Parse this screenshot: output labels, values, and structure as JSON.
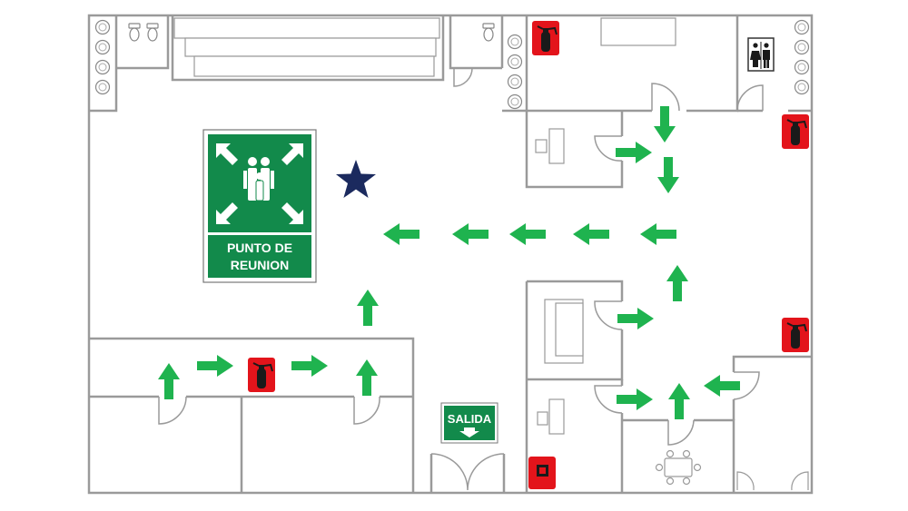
{
  "assembly_point": {
    "label_line1": "PUNTO DE",
    "label_line2": "REUNION"
  },
  "exit_sign": {
    "label": "SALIDA"
  },
  "colors": {
    "sign_green": "#128a4b",
    "arrow_green": "#1fb34f",
    "extinguisher_red": "#e3141b",
    "star_navy": "#1b2a5e",
    "wall_gray": "#9a9a9a"
  },
  "icons": {
    "assembly_point": "assembly-point-icon",
    "you_are_here": "star-icon",
    "fire_extinguisher": "fire-extinguisher-icon",
    "fire_alarm": "fire-alarm-icon",
    "restroom": "restroom-icon",
    "evacuation_route": "arrow-icon"
  }
}
